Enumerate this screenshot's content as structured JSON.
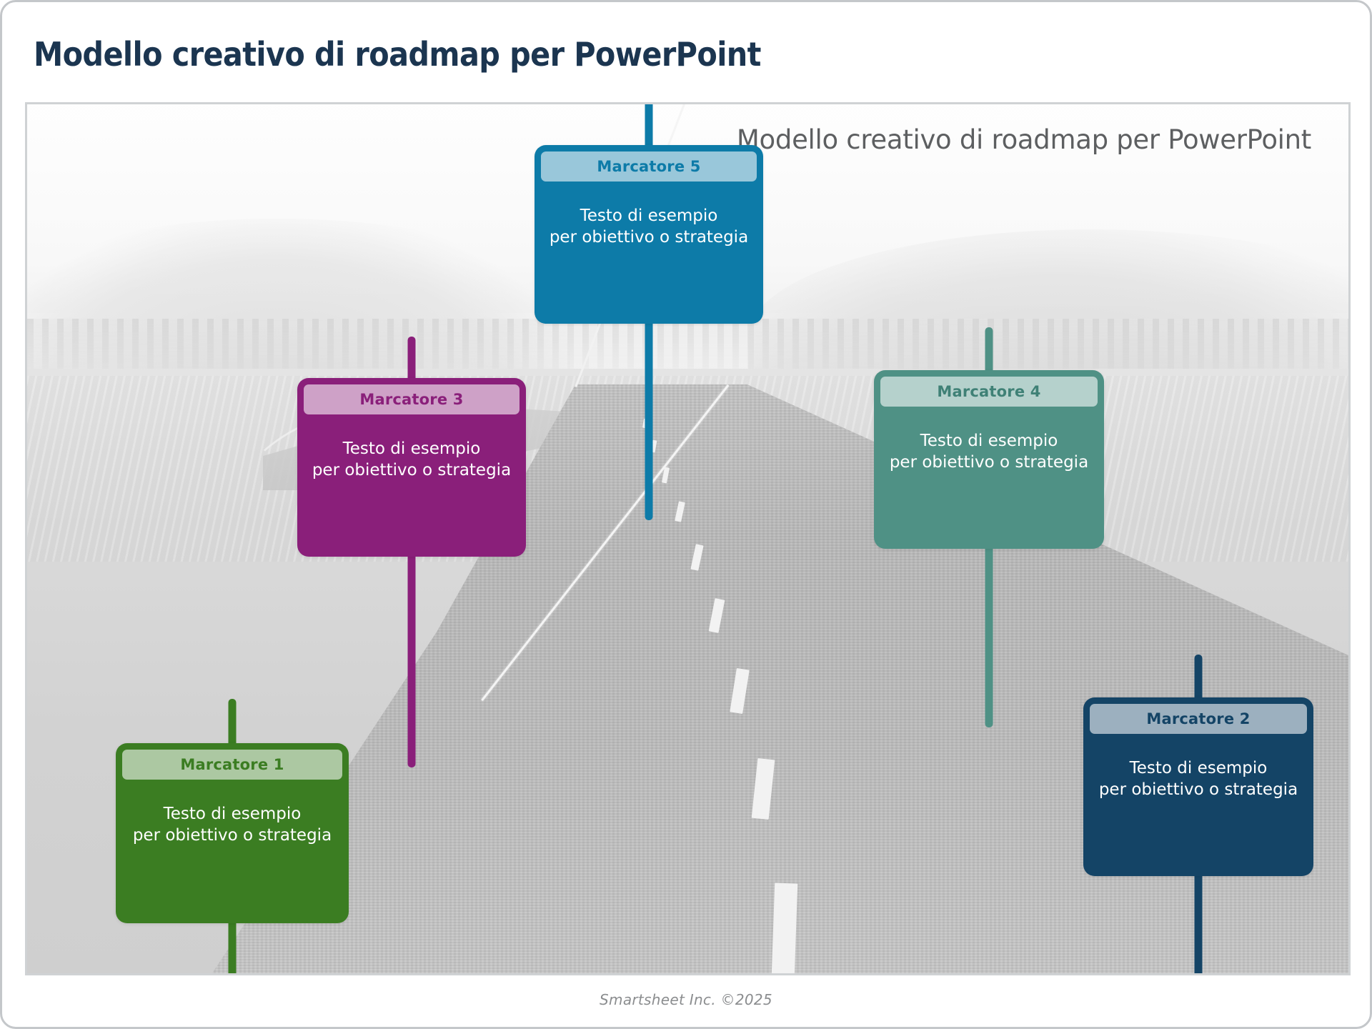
{
  "document": {
    "title": "Modello creativo di roadmap per PowerPoint",
    "footer": "Smartsheet Inc. ©2025"
  },
  "scene": {
    "caption": "Modello creativo di roadmap per PowerPoint",
    "background_description": "grayscale-road-photo"
  },
  "markers": [
    {
      "label": "Marcatore 1",
      "body": "Testo di esempio\nper obiettivo o strategia",
      "color": "#3b7d22"
    },
    {
      "label": "Marcatore 2",
      "body": "Testo di esempio\nper obiettivo o strategia",
      "color": "#144466"
    },
    {
      "label": "Marcatore 3",
      "body": "Testo di esempio\nper obiettivo o strategia",
      "color": "#8a1f7a"
    },
    {
      "label": "Marcatore 4",
      "body": "Testo di esempio\nper obiettivo o strategia",
      "color": "#4f9185"
    },
    {
      "label": "Marcatore 5",
      "body": "Testo di esempio\nper obiettivo o strategia",
      "color": "#0d7ba8"
    }
  ],
  "palette": {
    "title_color": "#1b3550",
    "caption_color": "#5d5f61",
    "footer_color": "#8b8d8f",
    "frame_border": "#cfd2d4"
  }
}
